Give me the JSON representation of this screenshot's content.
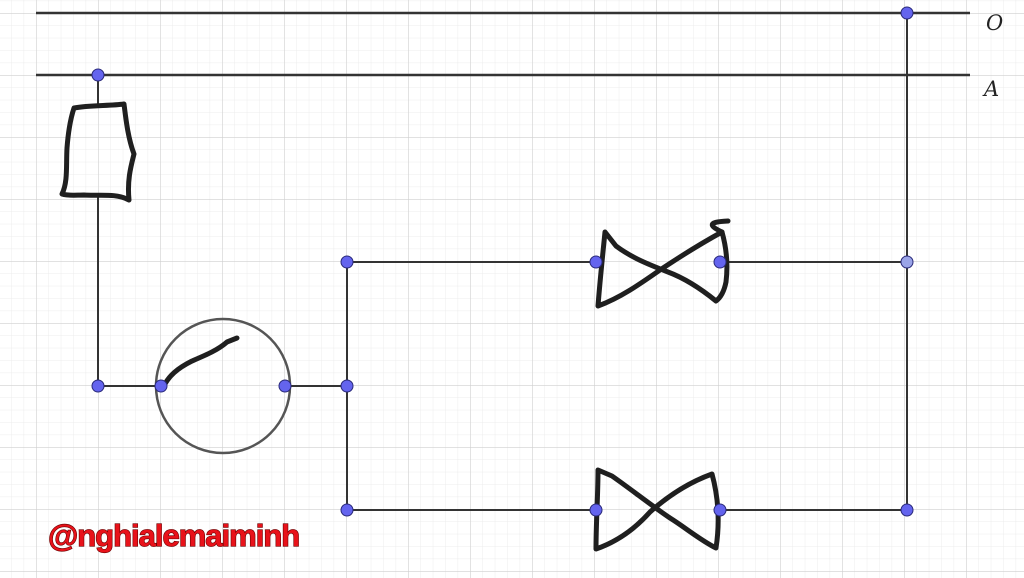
{
  "rails": {
    "o_label": "O",
    "a_label": "A"
  },
  "components": {
    "fuse": "fuse",
    "switch": "switch",
    "lamp_upper": "lamp",
    "lamp_lower": "lamp"
  },
  "watermark": {
    "text": "@nghialemaiminh"
  },
  "colors": {
    "grid_minor": "#ececec",
    "grid_major": "#cfcfcf",
    "wire": "#333333",
    "node_fill": "#6464ee",
    "watermark": "#e8121a"
  }
}
